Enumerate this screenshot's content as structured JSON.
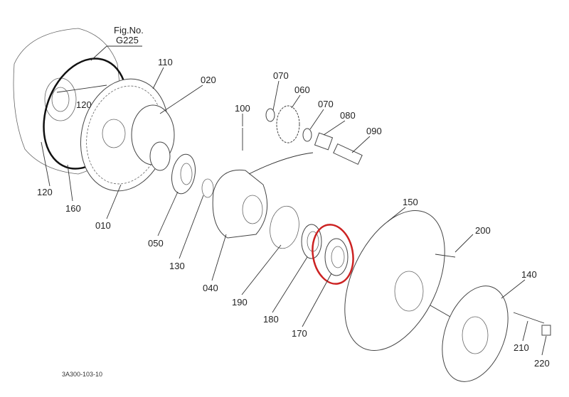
{
  "figure": {
    "fig_label": "Fig.No.",
    "fig_number": "G225",
    "footer_code": "3A300-103-10"
  },
  "highlight": {
    "part": "170",
    "color": "#cc2222"
  },
  "parts": {
    "p110": "110",
    "p020": "020",
    "p070a": "070",
    "p060": "060",
    "p070b": "070",
    "p080": "080",
    "p090": "090",
    "p100": "100",
    "p120a": "120",
    "p120b": "120",
    "p160": "160",
    "p010": "010",
    "p050": "050",
    "p130": "130",
    "p040": "040",
    "p190": "190",
    "p180": "180",
    "p170": "170",
    "p150": "150",
    "p200": "200",
    "p140": "140",
    "p210": "210",
    "p220": "220"
  }
}
